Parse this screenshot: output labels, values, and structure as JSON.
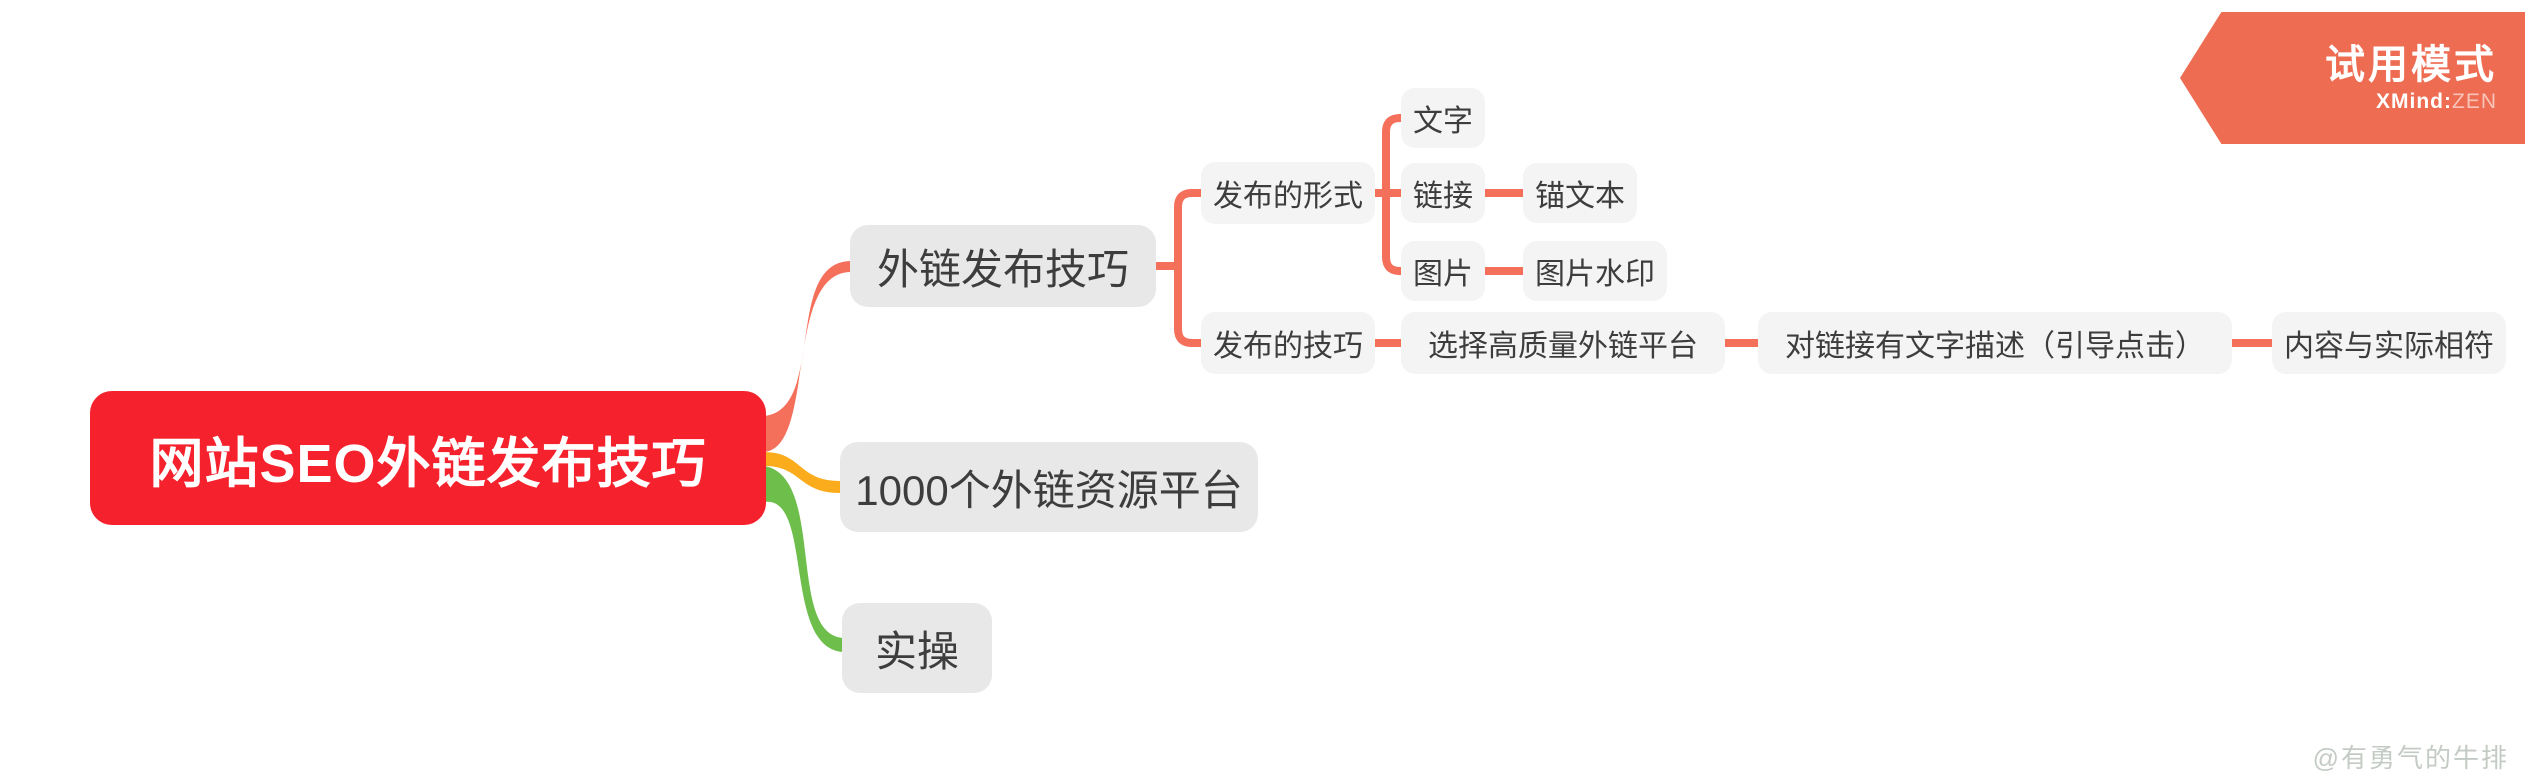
{
  "app": {
    "name": "XMind: ZEN",
    "mode_badge": {
      "title": "试用模式",
      "brand_bold": "XMind",
      "brand_sep": ":",
      "brand_light": "ZEN"
    }
  },
  "colors": {
    "root_bg": "#f5222d",
    "root_text": "#ffffff",
    "main_topic_bg": "#e8e8e8",
    "sub_topic_bg": "#f4f4f5",
    "topic_text": "#3d3d3d",
    "branch_coral": "#f4705b",
    "branch_orange": "#fbac1c",
    "branch_green": "#6dbe4b",
    "badge_bg": "#ed6c52",
    "watermark_text": "#c4cbc4"
  },
  "mindmap": {
    "root": {
      "label": "网站SEO外链发布技巧"
    },
    "branches": [
      {
        "label": "外链发布技巧",
        "branch_color": "#f4705b",
        "children": [
          {
            "label": "发布的形式",
            "children": [
              {
                "label": "文字",
                "children": []
              },
              {
                "label": "链接",
                "children": [
                  {
                    "label": "锚文本"
                  }
                ]
              },
              {
                "label": "图片",
                "children": [
                  {
                    "label": "图片水印"
                  }
                ]
              }
            ]
          },
          {
            "label": "发布的技巧",
            "children": [
              {
                "label": "选择高质量外链平台",
                "children": [
                  {
                    "label": "对链接有文字描述（引导点击）",
                    "children": [
                      {
                        "label": "内容与实际相符"
                      }
                    ]
                  }
                ]
              }
            ]
          }
        ]
      },
      {
        "label": "1000个外链资源平台",
        "branch_color": "#fbac1c",
        "children": []
      },
      {
        "label": "实操",
        "branch_color": "#6dbe4b",
        "children": []
      }
    ]
  },
  "watermark": {
    "text": "@有勇气的牛排"
  }
}
